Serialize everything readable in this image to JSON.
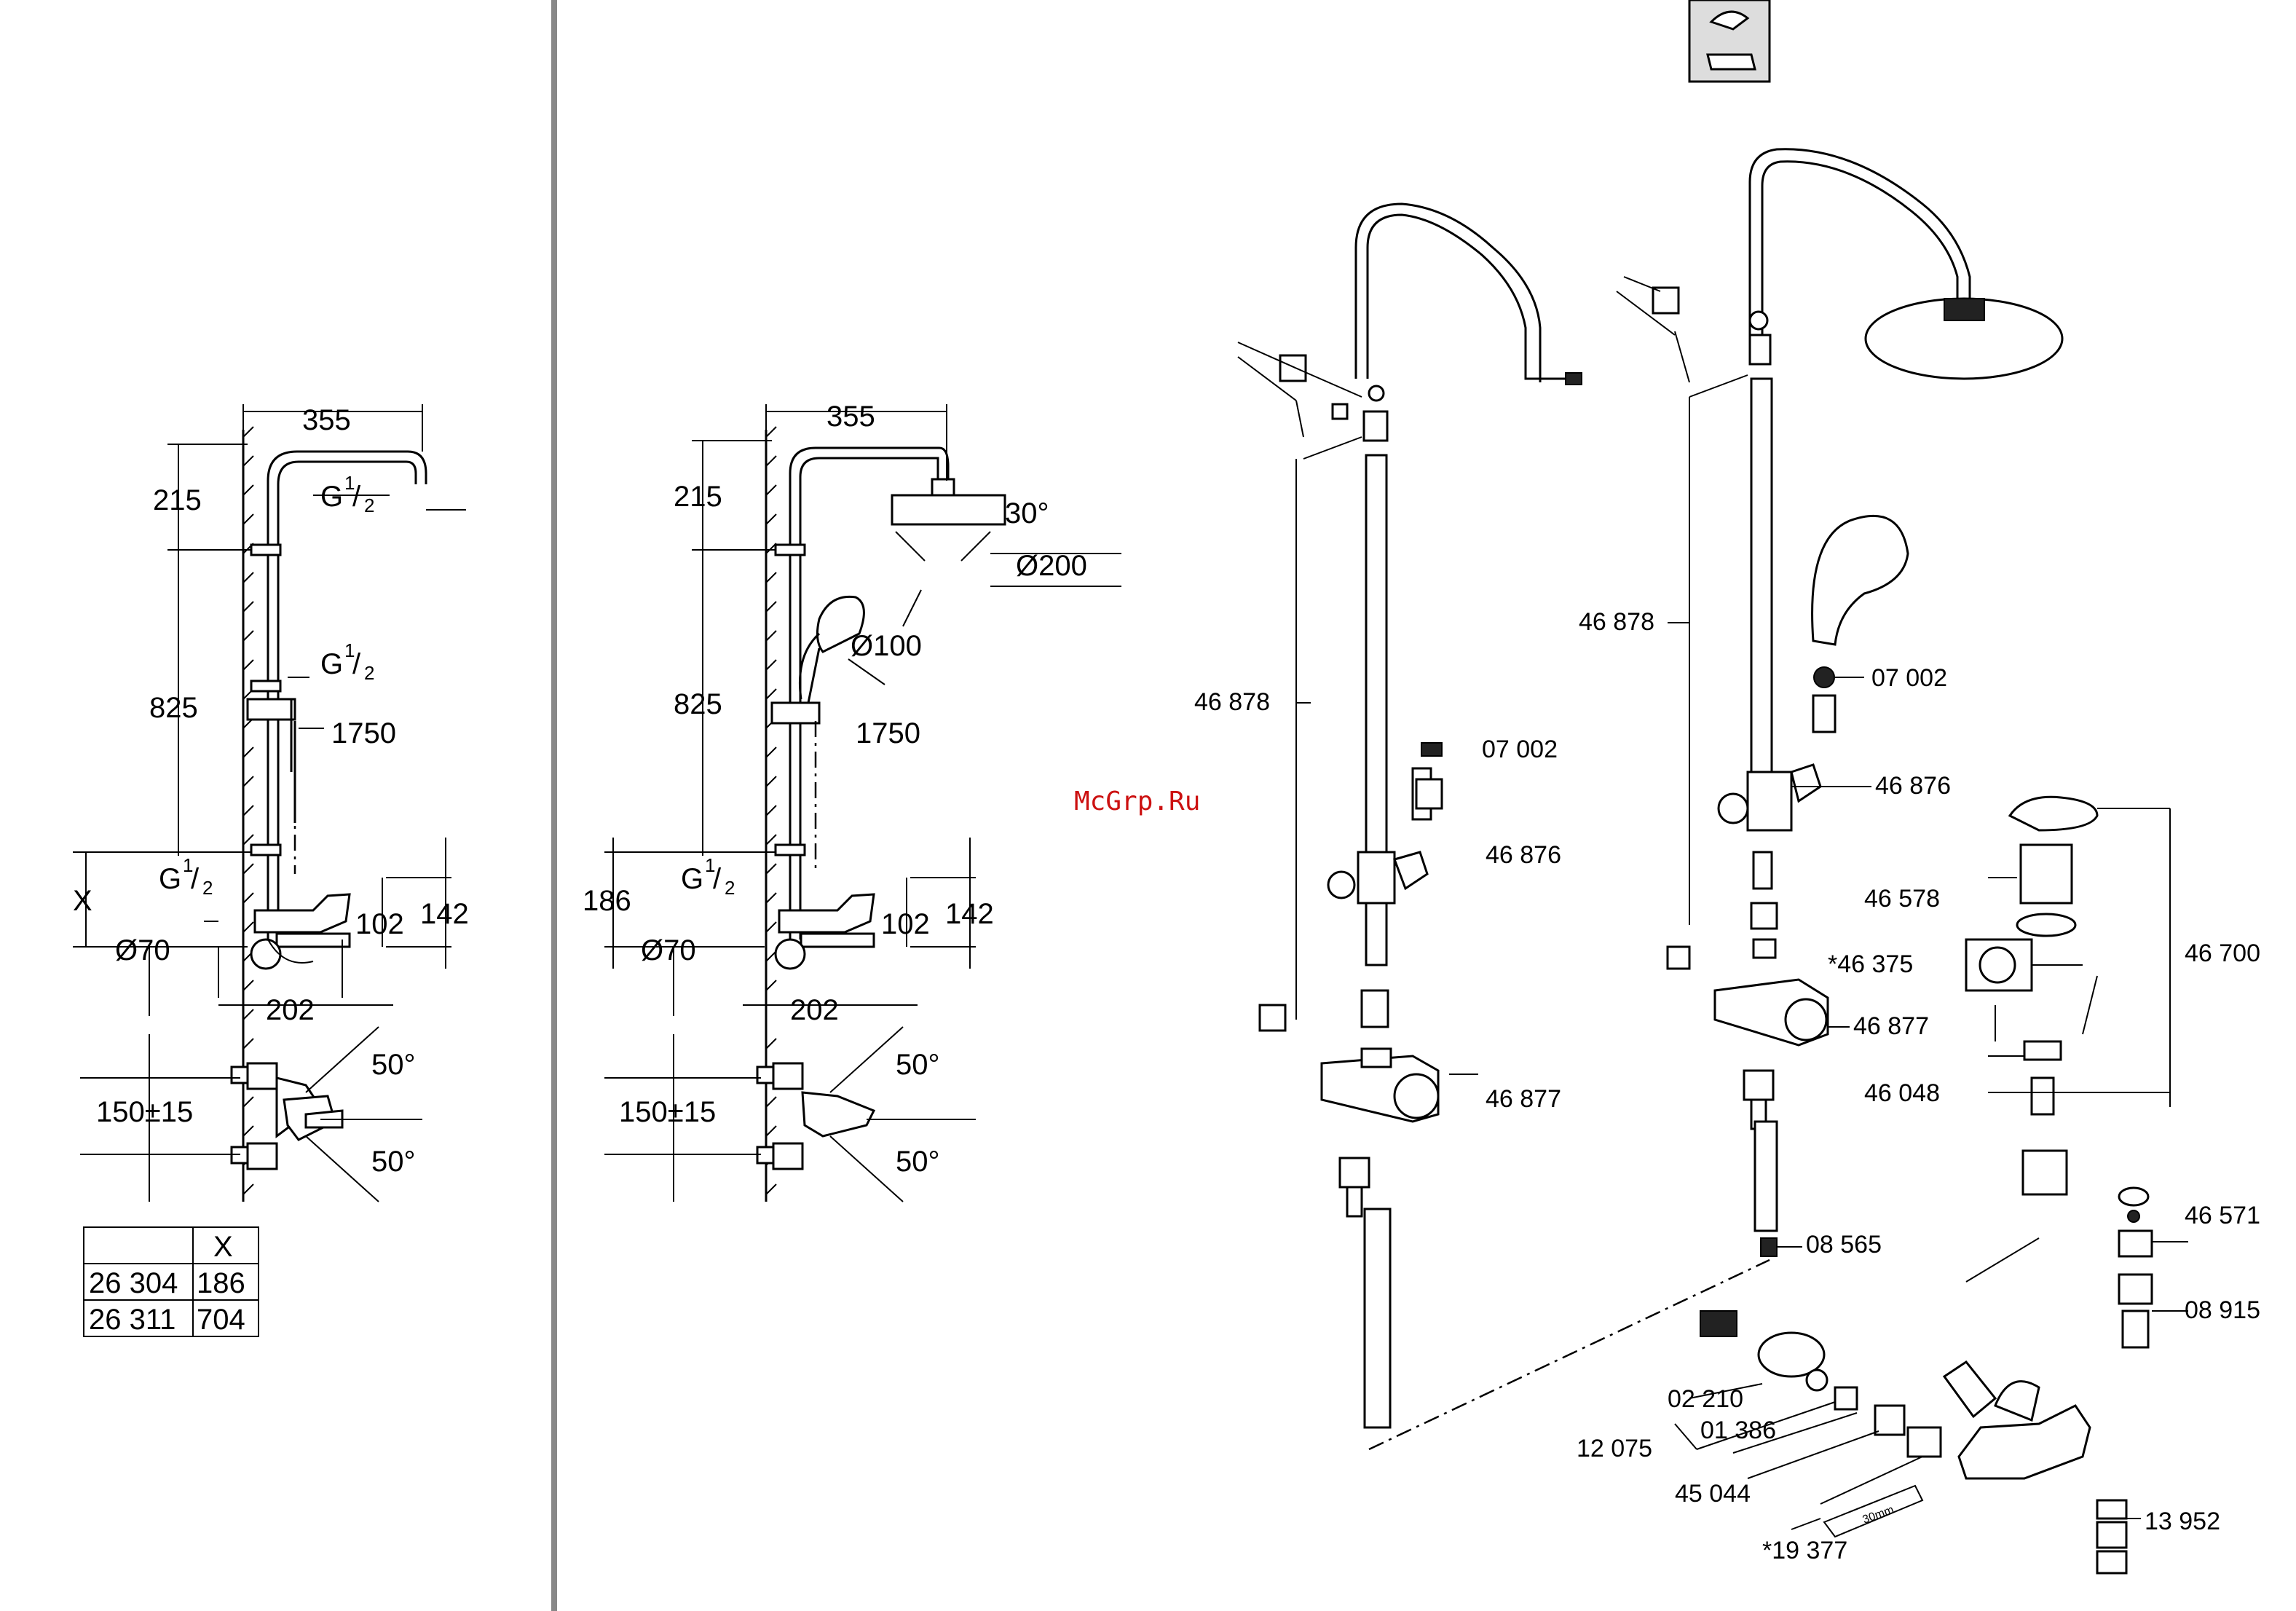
{
  "watermark": "McGrp.Ru",
  "dims_left": {
    "w355": "355",
    "h215": "215",
    "g_top": "G",
    "h825": "825",
    "g_mid": "G",
    "h1750": "1750",
    "x": "X",
    "g_low": "G",
    "d70": "Ø70",
    "h102": "102",
    "h142": "142",
    "w202": "202",
    "a50a": "50°",
    "range": "150±15",
    "a50b": "50°"
  },
  "dims_mid": {
    "w355": "355",
    "h215": "215",
    "a30": "30°",
    "d200": "Ø200",
    "d100": "Ø100",
    "h825": "825",
    "h1750": "1750",
    "h186": "186",
    "g_low": "G",
    "d70": "Ø70",
    "h102": "102",
    "h142": "142",
    "w202": "202",
    "a50a": "50°",
    "range": "150±15",
    "a50b": "50°"
  },
  "fraction": {
    "num": "1",
    "den": "2"
  },
  "table": {
    "header": [
      "",
      "X"
    ],
    "rows": [
      [
        "26 304",
        "186"
      ],
      [
        "26 311",
        "704"
      ]
    ]
  },
  "parts_a": {
    "p46878": "46 878",
    "p07002": "07 002",
    "p46876": "46 876",
    "p46877": "46 877"
  },
  "parts_b": {
    "p46878": "46 878",
    "p07002": "07 002",
    "p46876": "46 876",
    "p46877": "46 877",
    "p08565": "08 565",
    "p46578": "46 578",
    "p46375": "*46 375",
    "p46700": "46 700",
    "p46048": "46 048",
    "p46571": "46 571",
    "p08915": "08 915",
    "p02210": "02 210",
    "p01386": "01 386",
    "p12075": "12 075",
    "p45044": "45 044",
    "p13952": "13 952",
    "p19377": "*19 377",
    "tool": "30mm"
  }
}
